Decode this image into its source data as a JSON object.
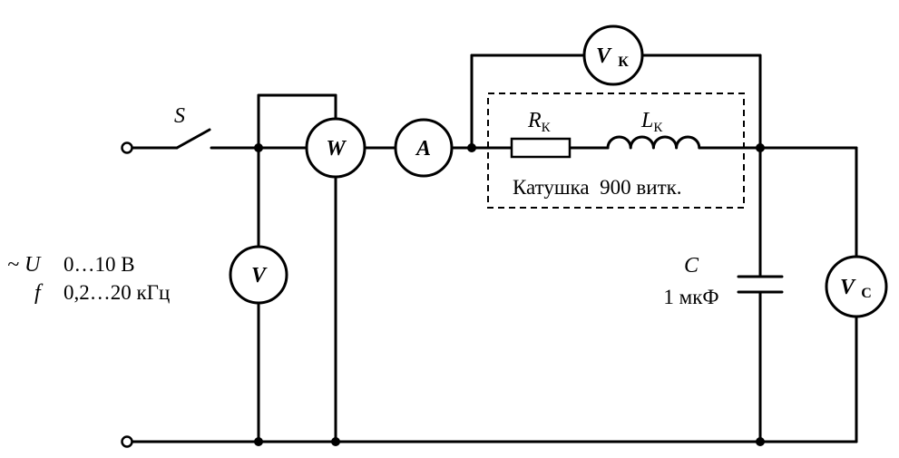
{
  "meters": {
    "voltmeter_coil": {
      "symbol": "V",
      "subscript": "К"
    },
    "voltmeter_capacitor": {
      "symbol": "V",
      "subscript": "C"
    },
    "voltmeter_source": {
      "symbol": "V"
    },
    "wattmeter": {
      "symbol": "W"
    },
    "ammeter": {
      "symbol": "A"
    }
  },
  "switch": {
    "label": "S"
  },
  "source": {
    "voltage_symbol": "~ U",
    "voltage_range": "0…10 В",
    "frequency_symbol": "f",
    "frequency_range": "0,2…20 кГц"
  },
  "coil": {
    "resistance_symbol": "R",
    "resistance_subscript": "К",
    "inductance_symbol": "L",
    "inductance_subscript": "К",
    "caption": "Катушка  900 витк."
  },
  "capacitor": {
    "symbol": "C",
    "value": "1 мкФ"
  }
}
